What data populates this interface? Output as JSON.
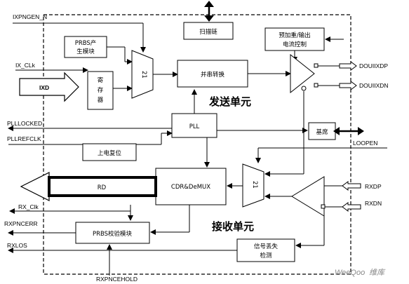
{
  "signals": {
    "txpngen_n": "IXPNGEN_N",
    "tx_clk": "IX_CLk",
    "txd": "IXD",
    "plllocked": "PLLLOCKED",
    "pllrefclk": "PLLREFCLK",
    "rx_clk": "RX_Clk",
    "rxpncerr": "RXPNCERR",
    "rxlos": "RXLOS",
    "rxpncehold": "RXPNCEHOLD",
    "doutxdp": "DOUIIXDP",
    "doutxdn": "DOUIIXDN",
    "loopen": "LOOPEN",
    "rxdp": "RXDP",
    "rxdn": "RXDN"
  },
  "blocks": {
    "scan_chain": "扫描链",
    "prbs_gen_line1": "PRBS产",
    "prbs_gen_line2": "生模块",
    "register_line1": "寄",
    "register_line2": "存",
    "register_line3": "器",
    "mux_tx": "21",
    "par_ser": "并串转换",
    "preemph_line1": "预加重/输出",
    "preemph_line2": "电流控制",
    "pll": "PLL",
    "power_on_reset": "上电复位",
    "loopback": "基席",
    "cdr": "CDR&DeMUX",
    "rd": "RD",
    "mux_rx": "21",
    "prbs_check": "PRBS校验模块",
    "los_line1": "信号丢失",
    "los_line2": "检测"
  },
  "sections": {
    "tx_unit": "发送单元",
    "rx_unit": "接收单元"
  },
  "watermark": {
    "brand": "WeeQoo",
    "suffix": "维库"
  }
}
